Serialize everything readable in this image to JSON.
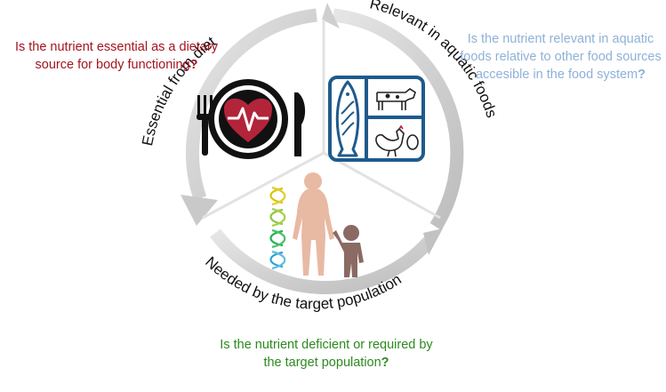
{
  "diagram": {
    "arc_labels": {
      "essential": "Essential from diet",
      "relevant": "Relevant in aquatic foods",
      "needed": "Needed by the target population"
    },
    "questions": {
      "essential": {
        "text": "Is the nutrient essential as a dietary source for body functioning",
        "qmark": "?",
        "color": "#a3141f"
      },
      "relevant": {
        "text": "Is the nutrient relevant in aquatic foods relative to other food sources accesible in the food system",
        "qmark": "?",
        "color": "#8fb1d8"
      },
      "needed": {
        "text": "Is the nutrient deficient or required by the target population",
        "qmark": "?",
        "color": "#2c8a1f"
      }
    },
    "icons": [
      "plate-heart-icon",
      "fork-icon",
      "knife-icon",
      "fish-icon",
      "cow-icon",
      "chicken-icon",
      "egg-icon",
      "woman-icon",
      "child-icon",
      "dna-helix-icon"
    ],
    "colors": {
      "heart": "#b2243a",
      "tray": "#1f5a8c",
      "woman": "#e8b9a3",
      "child": "#8a6a63",
      "arrow_ring": "#cfcfcf"
    }
  }
}
